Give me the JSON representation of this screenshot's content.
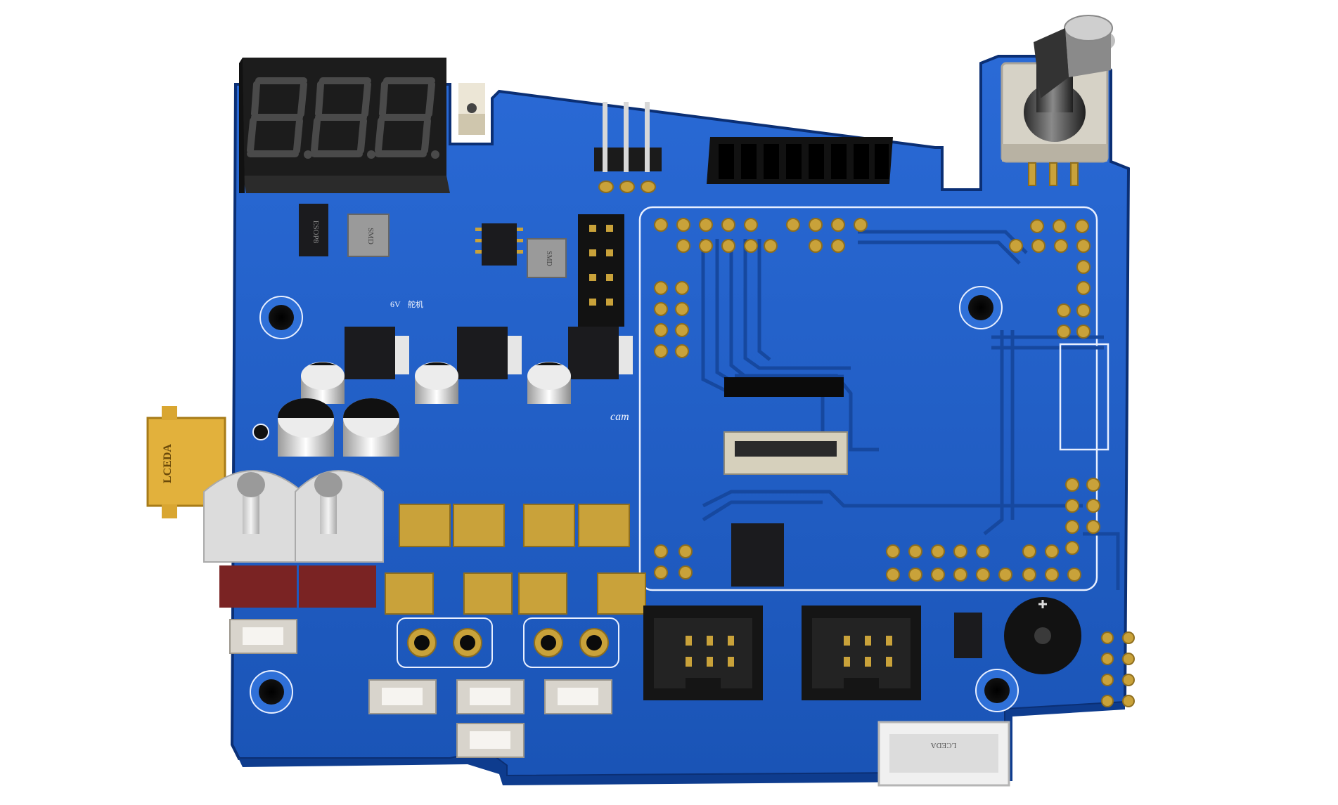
{
  "colors": {
    "pcb": "#1f5fc4",
    "pcb_edge": "#16479b",
    "pcb_outline": "#0b2f74",
    "silk": "#f2f6ff",
    "pad_gold": "#c9a23a",
    "pad_gold_dark": "#8e6e1e",
    "ic_black": "#1b1b1e",
    "seg_red": "#3a3a3a",
    "header_black": "#151515",
    "switch_red": "#7a2323",
    "metal": "#d9d9d9",
    "white_conn": "#f0f0f0"
  },
  "board": {
    "silk_labels": {
      "lceda_block": "LCEDA",
      "volt_label": "6V",
      "servo_label": "舵机",
      "cam_label": "cam",
      "conn_label": "LCEDA",
      "ic_a": "ESOP8",
      "ic_b": "SMD",
      "ic_c": "SMD"
    },
    "display": {
      "digits": [
        "8.",
        "8.",
        "8."
      ]
    },
    "icons": {
      "buzzer": "buzzer-icon",
      "potentiometer": "knob-icon",
      "toggle_switch": "toggle-switch-icon",
      "push_button": "tactile-button-icon",
      "mount_hole": "mount-hole-icon"
    }
  }
}
